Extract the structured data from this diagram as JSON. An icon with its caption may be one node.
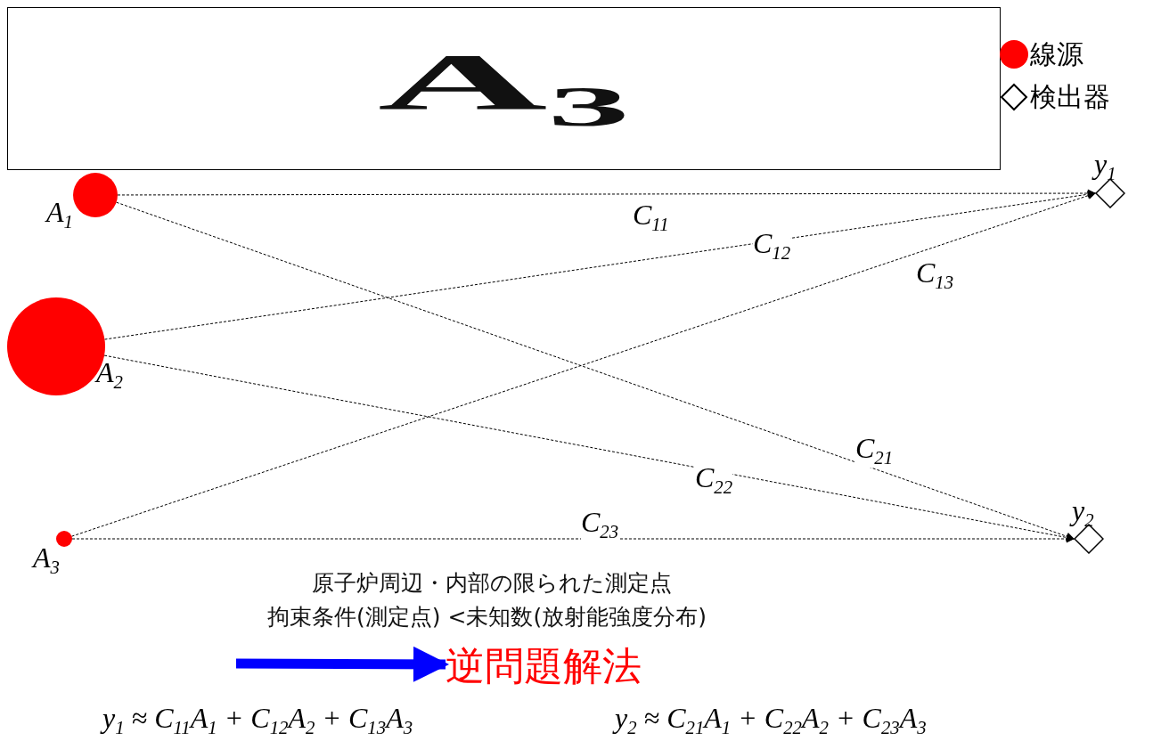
{
  "diagram": {
    "nodes": [
      {
        "text": [
          "A$_{3}$"
        ]
      },
      {
        "text": [],
        "shape": "circle",
        "beside": [
          "A$_{1}$"
        ]
      },
      {
        "text": [],
        "shape": "circle",
        "beside": [
          "A$_{2}$"
        ]
      },
      {
        "text": [],
        "shape": "circle",
        "beside": [
          "A$_{3}$"
        ]
      },
      {
        "text": [],
        "shape": "diamond",
        "beside": [
          "y$_{1}$"
        ]
      },
      {
        "text": [],
        "shape": "diamond",
        "beside": [
          "y$_{2}$"
        ]
      },
      {
        "text": [
          "逆問題解法"
        ]
      }
    ],
    "edges": [
      {
        "from": 1,
        "to": 4,
        "arrow": "to",
        "label": "C$_{11}$",
        "style": "dashed"
      },
      {
        "from": 2,
        "to": 4,
        "arrow": "to",
        "label": "C$_{12}$",
        "style": "dashed"
      },
      {
        "from": 3,
        "to": 4,
        "arrow": "to",
        "label": "C$_{13}$",
        "style": "dashed"
      },
      {
        "from": 1,
        "to": 5,
        "arrow": "to",
        "label": "C$_{21}$",
        "style": "dashed"
      },
      {
        "from": 2,
        "to": 5,
        "arrow": "to",
        "label": "C$_{22}$",
        "style": "dashed"
      },
      {
        "from": 3,
        "to": 5,
        "arrow": "to",
        "label": "C$_{23}$",
        "style": "dashed"
      },
      {
        "from": null,
        "to": 6,
        "arrow": "to",
        "style": "thick",
        "color": "#0000ff"
      }
    ],
    "labels": [
      "原子炉周辺・内部の限られた測定点",
      "拘束条件(測定点) <未知数(放射能強度分布)",
      "y$_{1}$ ≈ C$_{11}$A$_{1}$ + C$_{12}$A$_{2}$ + C$_{13}$A$_{3}$",
      "y$_{2}$ ≈ C$_{21}$A$_{1}$ + C$_{22}$A$_{2}$ + C$_{23}$A$_{3}$"
    ],
    "legend": [
      {
        "text": "線源",
        "color": "#ff0000"
      },
      {
        "text": "検出器"
      }
    ]
  }
}
